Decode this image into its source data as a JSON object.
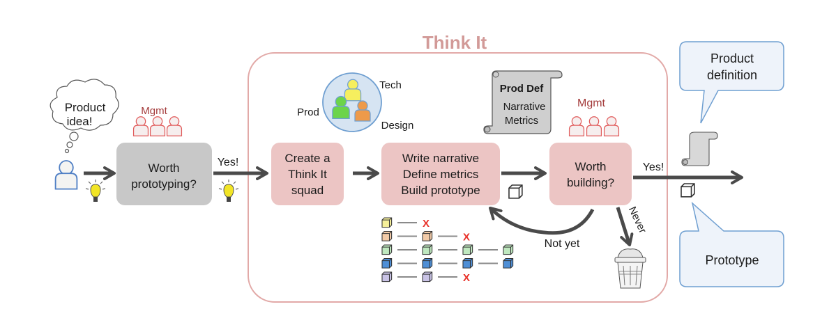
{
  "diagram": {
    "title": "Think It",
    "colors": {
      "frame_border": "#e2a9a7",
      "title": "#d29a98",
      "pink_box": "#ecc5c4",
      "gray_box": "#c8c8c8",
      "arrow": "#4a4a4a",
      "mgmt_text": "#a33a3a",
      "mgmt_people": "#e05a5a",
      "callout_border": "#6f9fd1",
      "callout_fill": "#eef3fa",
      "x_mark": "#e8322a"
    },
    "thought_bubble": {
      "line1": "Product",
      "line2": "idea!"
    },
    "mgmt_label_left": "Mgmt",
    "mgmt_label_right": "Mgmt",
    "worth_prototyping": {
      "line1": "Worth",
      "line2": "prototyping?"
    },
    "yes_label_1": "Yes!",
    "yes_label_2": "Yes!",
    "squad": {
      "prod": "Prod",
      "tech": "Tech",
      "design": "Design"
    },
    "create_squad": {
      "line1": "Create a",
      "line2": "Think It",
      "line3": "squad"
    },
    "write_box": {
      "line1": "Write narrative",
      "line2": "Define metrics",
      "line3": "Build prototype"
    },
    "prod_def_scroll": {
      "title": "Prod Def",
      "line1": "Narrative",
      "line2": "Metrics"
    },
    "worth_building": {
      "line1": "Worth",
      "line2": "building?"
    },
    "not_yet_label": "Not yet",
    "never_label": "Never",
    "callout_product_definition": {
      "line1": "Product",
      "line2": "definition"
    },
    "callout_prototype": "Prototype",
    "prototype_iterations": [
      {
        "color": "#f5ef9a",
        "count": 1,
        "killed": true
      },
      {
        "color": "#f3cba8",
        "count": 2,
        "killed": true
      },
      {
        "color": "#bfe8bf",
        "count": 4,
        "killed": false
      },
      {
        "color": "#4f8fd6",
        "count": 4,
        "killed": false
      },
      {
        "color": "#c9c3e6",
        "count": 2,
        "killed": true
      }
    ],
    "x_mark": "X"
  }
}
